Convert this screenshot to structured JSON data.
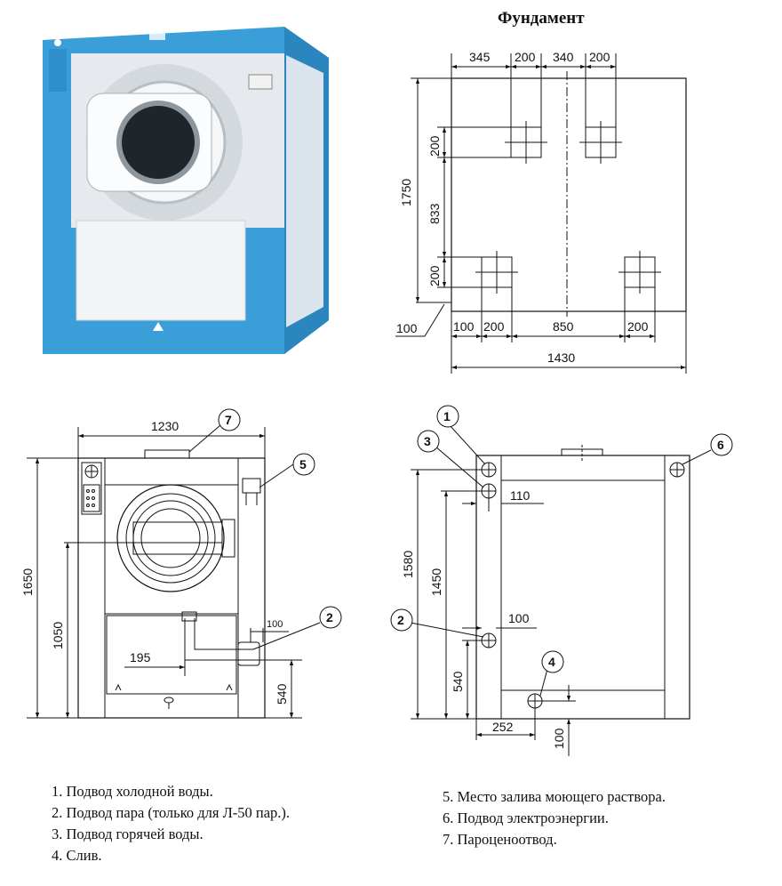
{
  "foundation": {
    "title": "Фундамент",
    "dims": {
      "top_345": "345",
      "top_200a": "200",
      "top_340": "340",
      "top_200b": "200",
      "left_1750": "1750",
      "left_200a": "200",
      "left_833": "833",
      "left_200b": "200",
      "offset_100": "100",
      "bottom_100": "100",
      "bottom_200a": "200",
      "bottom_850": "850",
      "bottom_200b": "200",
      "total_1430": "1430"
    }
  },
  "front_view": {
    "dims": {
      "width_1230": "1230",
      "height_1650": "1650",
      "height_1050": "1050",
      "h_195": "195",
      "h_100": "100",
      "h_540": "540"
    },
    "callouts": {
      "c7": "7",
      "c5": "5",
      "c2": "2"
    }
  },
  "back_view": {
    "dims": {
      "h_1580": "1580",
      "h_1450": "1450",
      "h_540": "540",
      "w_110": "110",
      "w_100": "100",
      "w_252": "252",
      "v_100": "100"
    },
    "callouts": {
      "c1": "1",
      "c3": "3",
      "c6": "6",
      "c2": "2",
      "c4": "4"
    }
  },
  "legend": {
    "items": [
      "1. Подвод холодной воды.",
      "2. Подвод пара (только для Л-50 пар.).",
      "3. Подвод горячей воды.",
      "4. Слив.",
      "5. Место залива моющего раствора.",
      "6. Подвод электроэнергии.",
      "7. Пароценоотвод."
    ]
  },
  "colors": {
    "machine_blue": "#3a9fd9",
    "line": "#111111",
    "panel": "#eceef0"
  }
}
